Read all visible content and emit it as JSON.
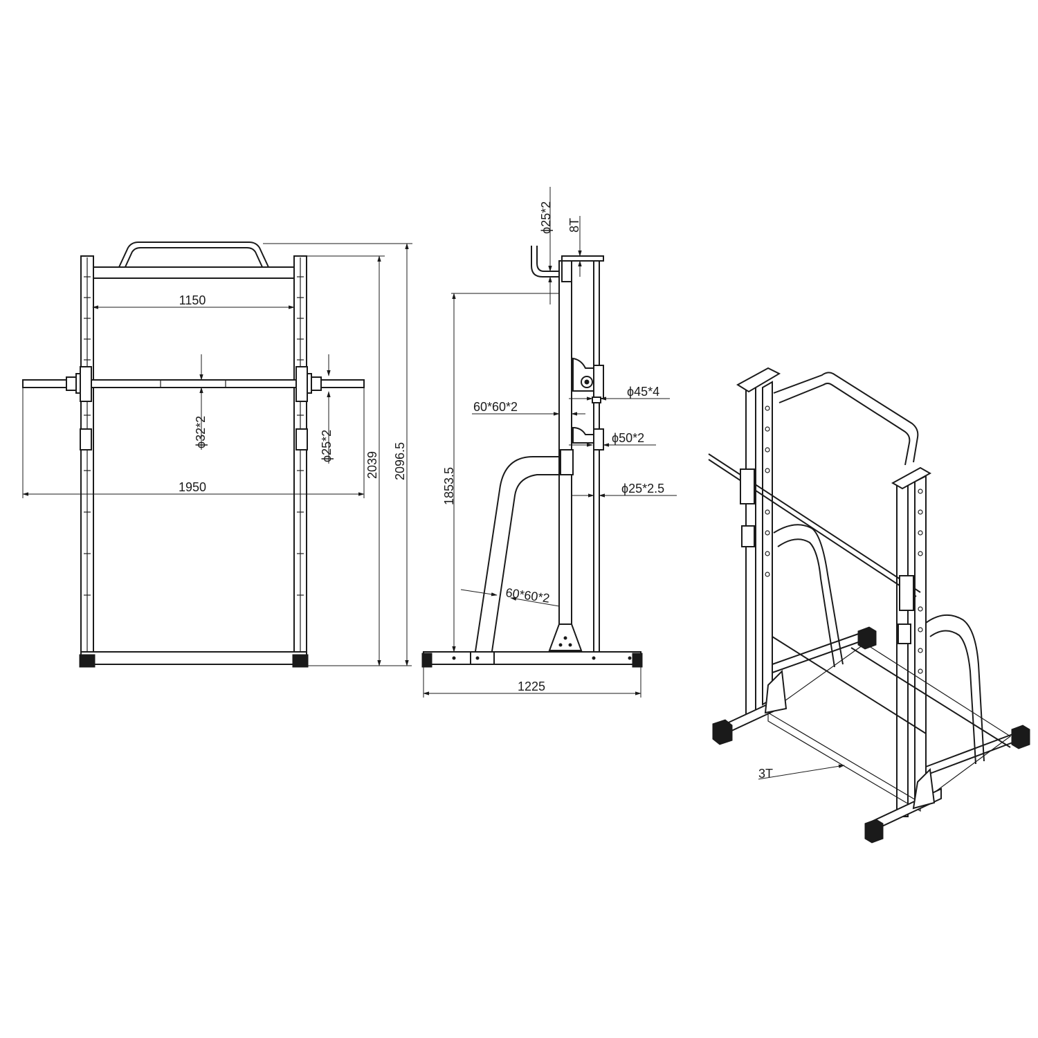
{
  "front_view": {
    "dim_inner_width": "1150",
    "dim_bar_length": "1950",
    "dim_bar_dia": "ϕ32*2",
    "dim_guide_rod_dia": "ϕ25*2",
    "dim_height_2039": "2039",
    "dim_height_total": "2096.5"
  },
  "side_view": {
    "dim_hook_dia": "ϕ25*2",
    "dim_plate_thickness": "8T",
    "dim_upright_tube": "60*60*2",
    "dim_bearing_45": "ϕ45*4",
    "dim_bearing_50": "ϕ50*2",
    "dim_rod_25": "ϕ25*2.5",
    "dim_support_tube": "60*60*2",
    "dim_height_1853": "1853.5",
    "dim_base_length": "1225"
  },
  "iso_view": {
    "dim_floor_plate": "3T"
  }
}
